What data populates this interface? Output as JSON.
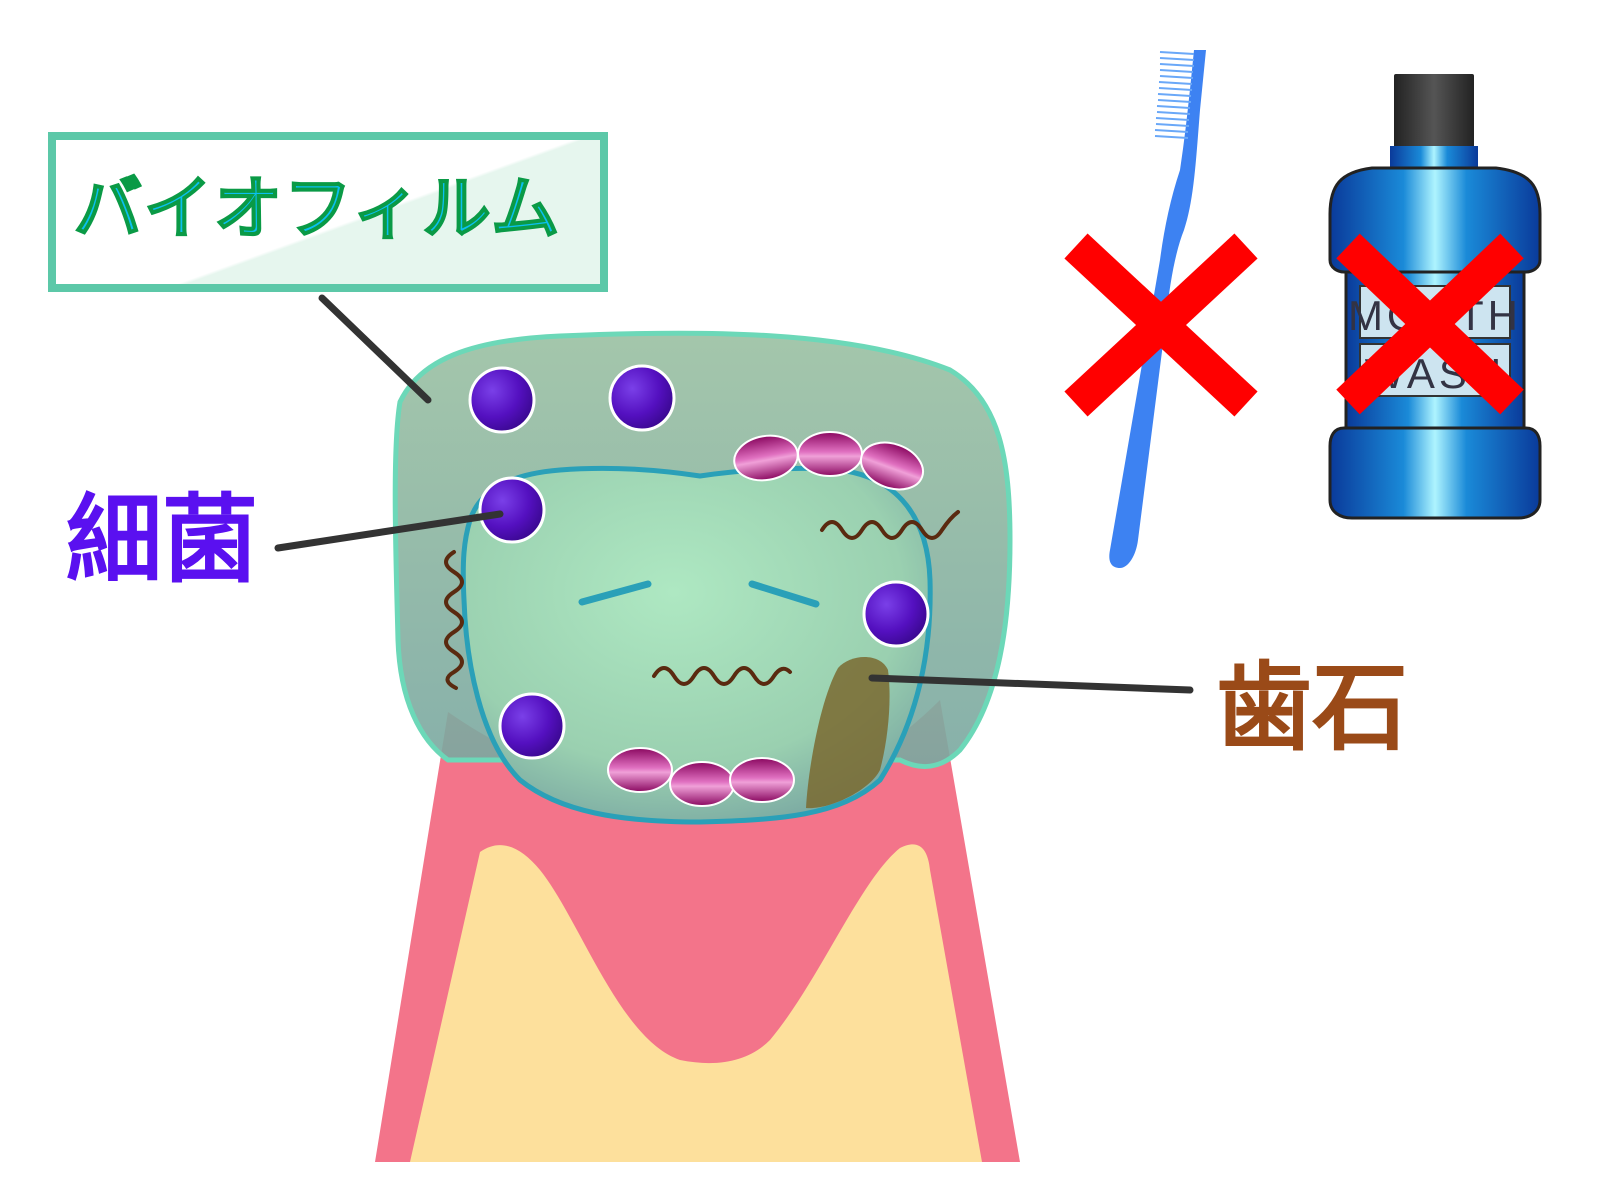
{
  "labels": {
    "biofilm": "バイオフィルム",
    "bacteria": "細菌",
    "calculus": "歯石"
  },
  "bottle": {
    "label_line1": "MOUTH",
    "label_line2": "WASH"
  },
  "icons": [
    "toothbrush-icon",
    "mouthwash-bottle-icon",
    "cross-mark-icon",
    "cross-mark-icon"
  ],
  "colors": {
    "biofilm_border": "#5cc8a8",
    "biofilm_text": "#0ac0f0",
    "bacteria_text": "#5a10f0",
    "calculus_text": "#9a4a18",
    "gum": "#f3748a",
    "bone": "#fde09c",
    "cross": "#ff0000",
    "toothbrush": "#3d82f2",
    "bacteria_sphere": "#5a10c8",
    "bacteria_chain": "#c0108a",
    "spirochete": "#5a2a10"
  }
}
